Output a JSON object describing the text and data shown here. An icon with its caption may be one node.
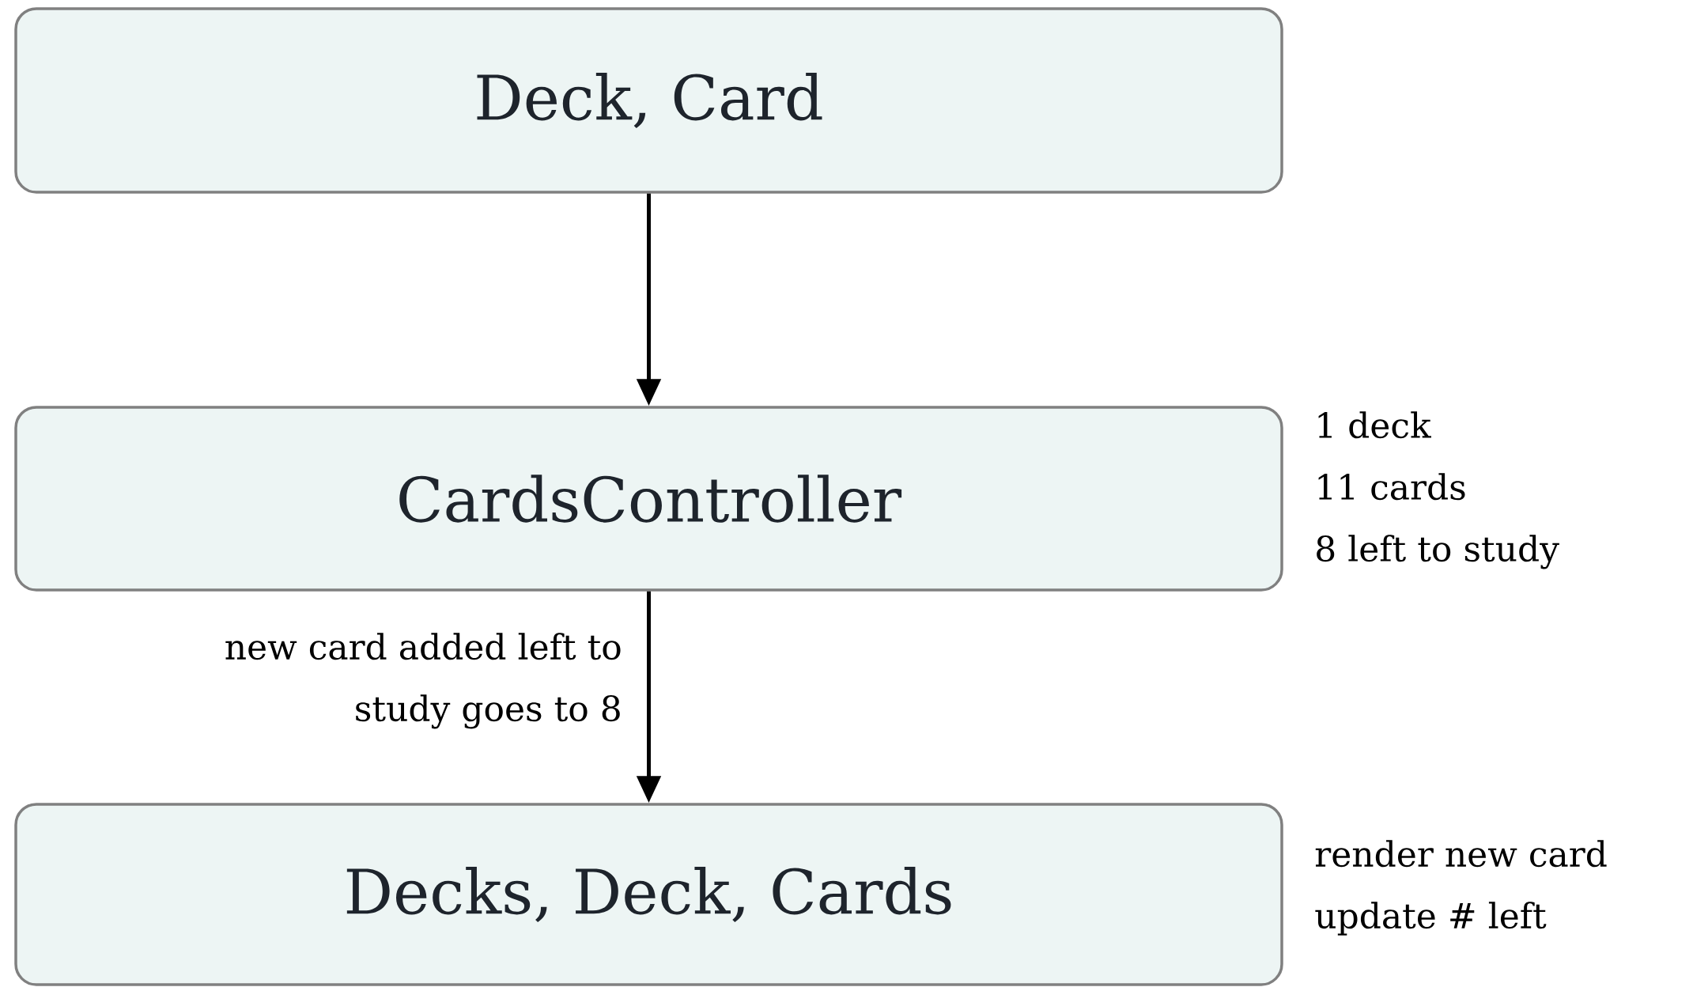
{
  "diagram": {
    "nodes": [
      {
        "text": [
          "Deck, Card"
        ]
      },
      {
        "text": [
          "CardsController"
        ],
        "beside": [
          "1 deck",
          "11 cards",
          "8 left to study"
        ]
      },
      {
        "text": [
          "Decks, Deck, Cards"
        ],
        "beside": [
          "render new card",
          "update # left"
        ]
      }
    ],
    "edges": [
      {
        "from": 0,
        "to": 1,
        "arrow": "to"
      },
      {
        "from": 1,
        "to": 2,
        "arrow": "to",
        "label": "new card added left to study goes to 8"
      }
    ]
  }
}
